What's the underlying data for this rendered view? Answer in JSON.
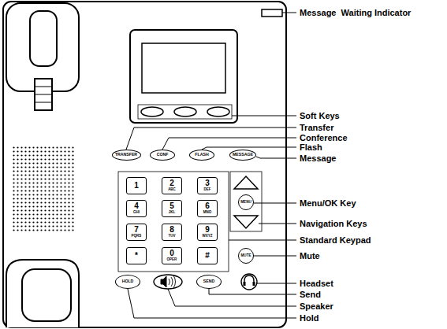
{
  "diagram": {
    "nodes": [
      {
        "text": [
          "TRANSFER"
        ]
      },
      {
        "text": [
          "CONF"
        ]
      },
      {
        "text": [
          "FLASH"
        ]
      },
      {
        "text": [
          "MESSAGE"
        ]
      },
      {
        "text": [
          "1"
        ]
      },
      {
        "text": [
          "2",
          "ABC"
        ]
      },
      {
        "text": [
          "3",
          "DEF"
        ]
      },
      {
        "text": [
          "MENU"
        ]
      },
      {
        "text": [
          "4",
          "GHI"
        ]
      },
      {
        "text": [
          "5",
          "JKL"
        ]
      },
      {
        "text": [
          "6",
          "MNO"
        ]
      },
      {
        "text": [
          "7",
          "PQRS"
        ]
      },
      {
        "text": [
          "8",
          "TUV"
        ]
      },
      {
        "text": [
          "9",
          "WXYZ"
        ]
      },
      {
        "text": [
          "*"
        ]
      },
      {
        "text": [
          "0",
          "OPER"
        ]
      },
      {
        "text": [
          "#"
        ]
      },
      {
        "text": [
          "MUTE"
        ]
      },
      {
        "text": [
          "HOLD"
        ]
      },
      {
        "text": [
          "SEND"
        ]
      }
    ],
    "labels": [
      "Message  Waiting Indicator",
      "Soft Keys",
      "Transfer",
      "Conference",
      "Flash",
      "Message",
      "Menu/OK Key",
      "Navigation Keys",
      "Standard Keypad",
      "Mute",
      "Headset",
      "Send",
      "Speaker",
      "Hold"
    ]
  }
}
